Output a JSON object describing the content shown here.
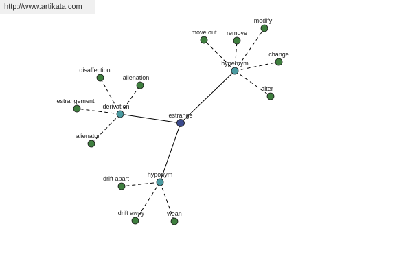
{
  "watermark": "http://www.artikata.com",
  "colors": {
    "root_node": "#3b4a8c",
    "group_node": "#4a9aa0",
    "leaf_node": "#3f7f3f",
    "edge": "#000000"
  },
  "root": {
    "id": "root",
    "label": "estrange"
  },
  "groups": [
    {
      "id": "hypernym",
      "label": "hypernym",
      "leaves": [
        {
          "id": "move-out",
          "label": "move out"
        },
        {
          "id": "remove",
          "label": "remove"
        },
        {
          "id": "modify",
          "label": "modify"
        },
        {
          "id": "change",
          "label": "change"
        },
        {
          "id": "alter",
          "label": "alter"
        }
      ]
    },
    {
      "id": "derivation",
      "label": "derivation",
      "leaves": [
        {
          "id": "disaffection",
          "label": "disaffection"
        },
        {
          "id": "alienation",
          "label": "alienation"
        },
        {
          "id": "estrangement",
          "label": "estrangement"
        },
        {
          "id": "alienator",
          "label": "alienator"
        }
      ]
    },
    {
      "id": "hyponym",
      "label": "hyponym",
      "leaves": [
        {
          "id": "drift-apart",
          "label": "drift apart"
        },
        {
          "id": "drift-away",
          "label": "drift away"
        },
        {
          "id": "wean",
          "label": "wean"
        }
      ]
    }
  ]
}
